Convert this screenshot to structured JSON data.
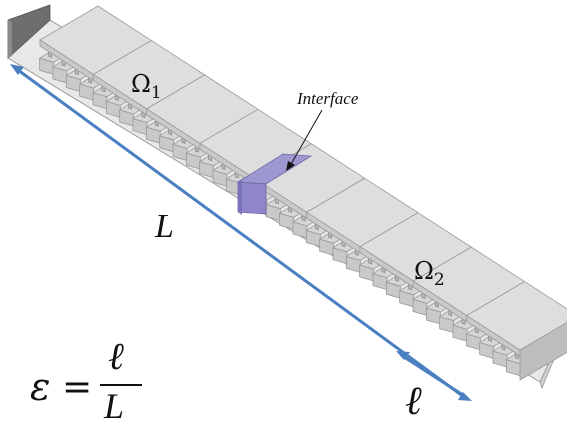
{
  "labels": {
    "omega1_base": "Ω",
    "omega1_sub": "1",
    "omega2_base": "Ω",
    "omega2_sub": "2",
    "interface": "Interface",
    "length_L": "L",
    "length_ell": "ℓ",
    "eq_eps": "ε",
    "eq_equals": "=",
    "eq_num": "ℓ",
    "eq_den": "L"
  },
  "colors": {
    "plate": "#e8e8e8",
    "plate_edge": "#9a9a9a",
    "back_wall": "#6e6e6e",
    "beam_top": "#dedede",
    "beam_side": "#c9c9c9",
    "interface": "#8e86c8",
    "arrow": "#4a7fc2"
  },
  "structure": {
    "repeating_cells_domain_1": 5,
    "repeating_cells_domain_2": 4
  }
}
